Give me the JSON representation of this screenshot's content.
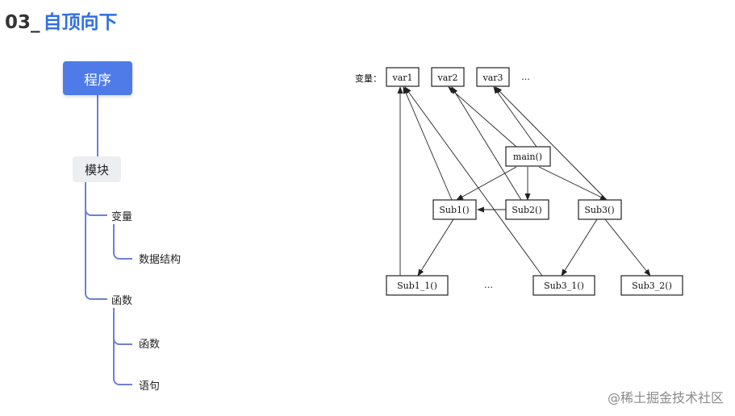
{
  "heading": {
    "number": "03_",
    "text": "自顶向下"
  },
  "mindmap": {
    "root": "程序",
    "module": "模块",
    "variables": "变量",
    "data_structures": "数据结构",
    "functions_group": "函数",
    "functions_item": "函数",
    "statements": "语句"
  },
  "call_diagram": {
    "variables_label": "变量：",
    "var1": "var1",
    "var2": "var2",
    "var3": "var3",
    "ellipsis_top": "…",
    "main": "main()",
    "sub1": "Sub1()",
    "sub2": "Sub2()",
    "sub3": "Sub3()",
    "sub1_1": "Sub1_1()",
    "ellipsis_bottom": "…",
    "sub3_1": "Sub3_1()",
    "sub3_2": "Sub3_2()"
  },
  "watermark": "@稀土掘金技术社区",
  "colors": {
    "accent": "#2f6fe0",
    "root_fill": "#4e7be8",
    "tree_line": "#6e7fd6"
  }
}
